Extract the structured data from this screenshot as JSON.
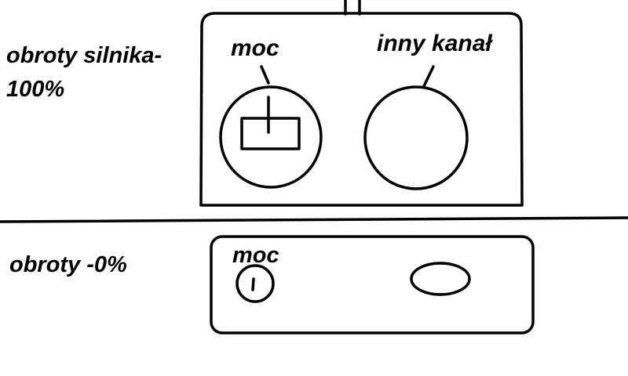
{
  "states": {
    "full_speed": {
      "label_line1": "obroty silnika-",
      "label_line2": "100%"
    },
    "zero_speed": {
      "label": "obroty -0%"
    }
  },
  "transmitter_top": {
    "power_knob_label": "moc",
    "other_channel_label": "inny kanał"
  },
  "transmitter_bottom": {
    "power_knob_label": "moc"
  },
  "colors": {
    "ink": "#000000",
    "background": "#ffffff"
  }
}
